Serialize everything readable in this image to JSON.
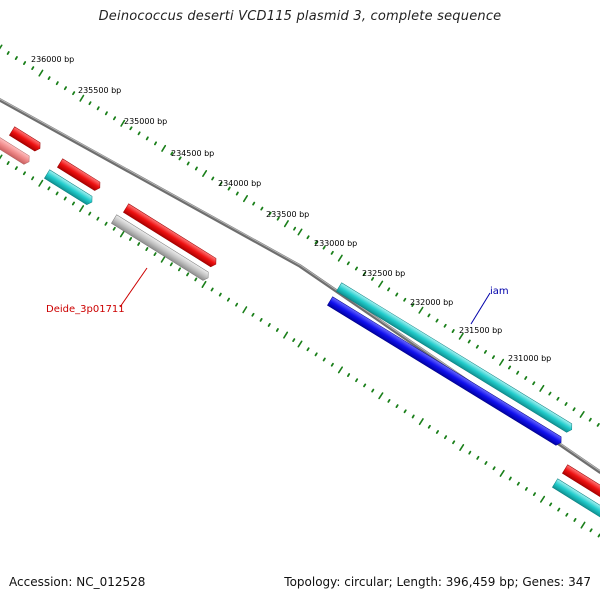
{
  "title": "Deinococcus deserti VCD115 plasmid 3, complete sequence",
  "footer": {
    "accession": "Accession: NC_012528",
    "stats": "Topology: circular; Length: 396,459 bp; Genes: 347"
  },
  "colors": {
    "tick": "#1a7f1a",
    "backbone": "#7a7a7a",
    "red_feature": "#ee1111",
    "cyan_feature": "#22cccc",
    "blue_feature": "#1111ee",
    "grey_feature": "#bbbbbb",
    "label_red": "#cc0000",
    "label_blue": "#0000aa"
  },
  "ticks": [
    {
      "label": "236000 bp"
    },
    {
      "label": "235500 bp"
    },
    {
      "label": "235000 bp"
    },
    {
      "label": "234500 bp"
    },
    {
      "label": "234000 bp"
    },
    {
      "label": "233500 bp"
    },
    {
      "label": "233000 bp"
    },
    {
      "label": "232500 bp"
    },
    {
      "label": "232000 bp"
    },
    {
      "label": "231500 bp"
    },
    {
      "label": "231000 bp"
    }
  ],
  "gene_labels": {
    "red": "Deide_3p01711",
    "blue": "iam"
  }
}
